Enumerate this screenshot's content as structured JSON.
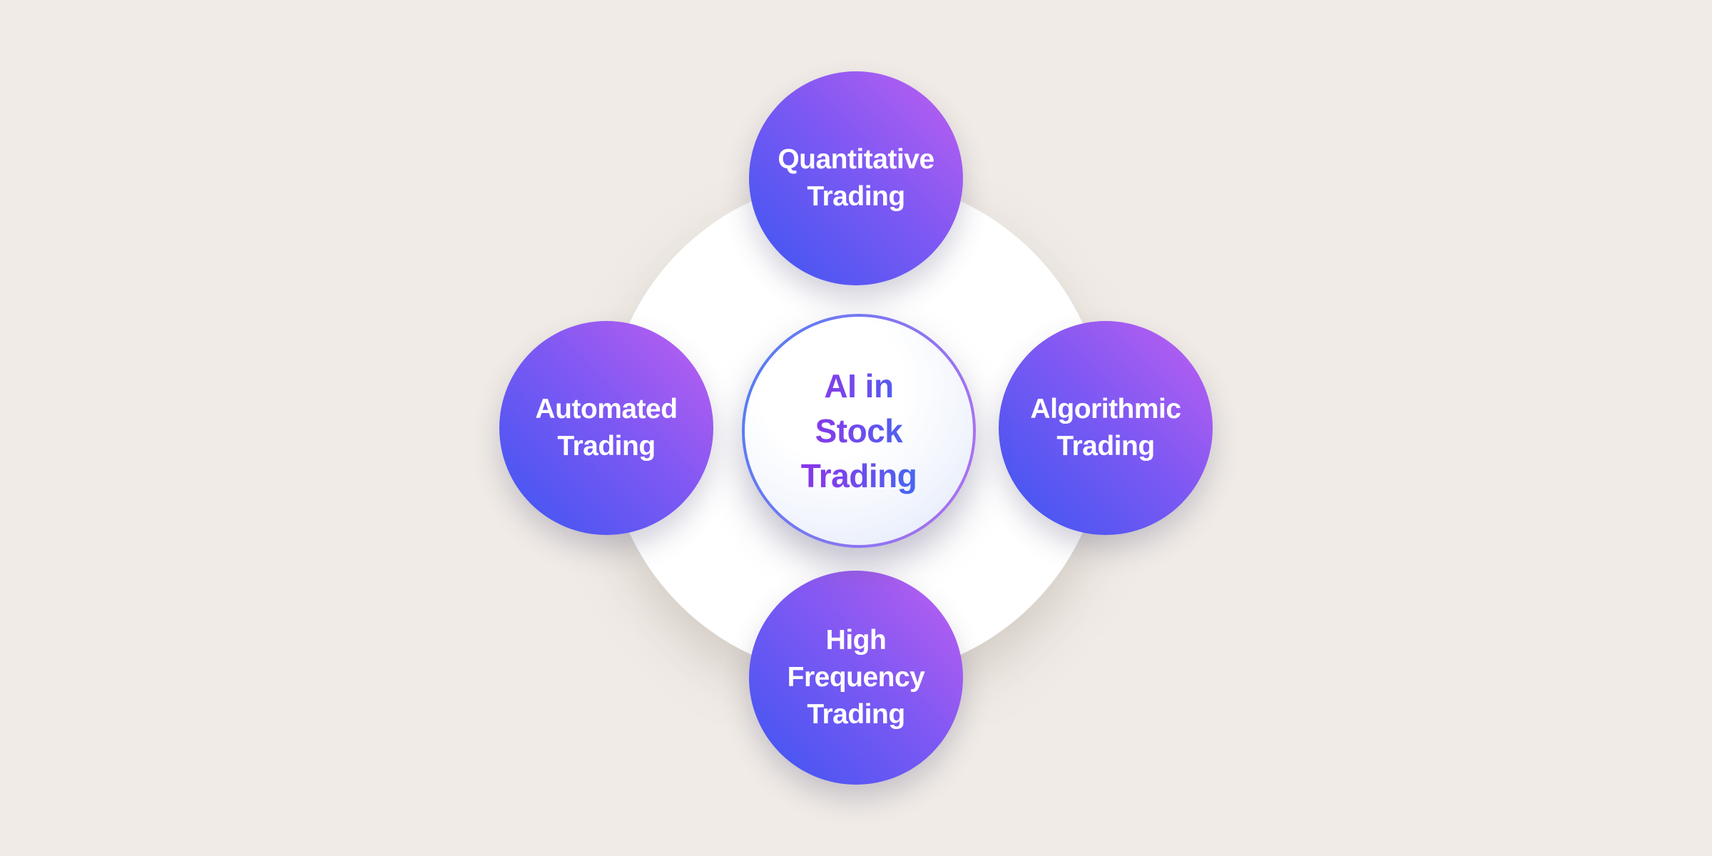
{
  "diagram": {
    "type": "hub-and-spoke",
    "background_color": "#f0ebe6",
    "backdrop_circle_color": "#ffffff",
    "hub": {
      "label": "AI in\nStock\nTrading",
      "text_gradient": [
        "#8a35e8",
        "#4468f2"
      ],
      "border_gradient": [
        "#4f7df2",
        "#b36ff0"
      ],
      "fill_color": "#ffffff",
      "fill_edge_tint": "#dfe6f9"
    },
    "satellite_style": {
      "gradient_start": "#3b56f2",
      "gradient_end": "#c05ff0",
      "text_color": "#ffffff"
    },
    "satellites": [
      {
        "id": "quantitative-trading",
        "position": "top",
        "label": "Quantitative\nTrading"
      },
      {
        "id": "automated-trading",
        "position": "left",
        "label": "Automated\nTrading"
      },
      {
        "id": "algorithmic-trading",
        "position": "right",
        "label": "Algorithmic\nTrading"
      },
      {
        "id": "high-frequency-trading",
        "position": "bottom",
        "label": "High\nFrequency\nTrading"
      }
    ]
  }
}
